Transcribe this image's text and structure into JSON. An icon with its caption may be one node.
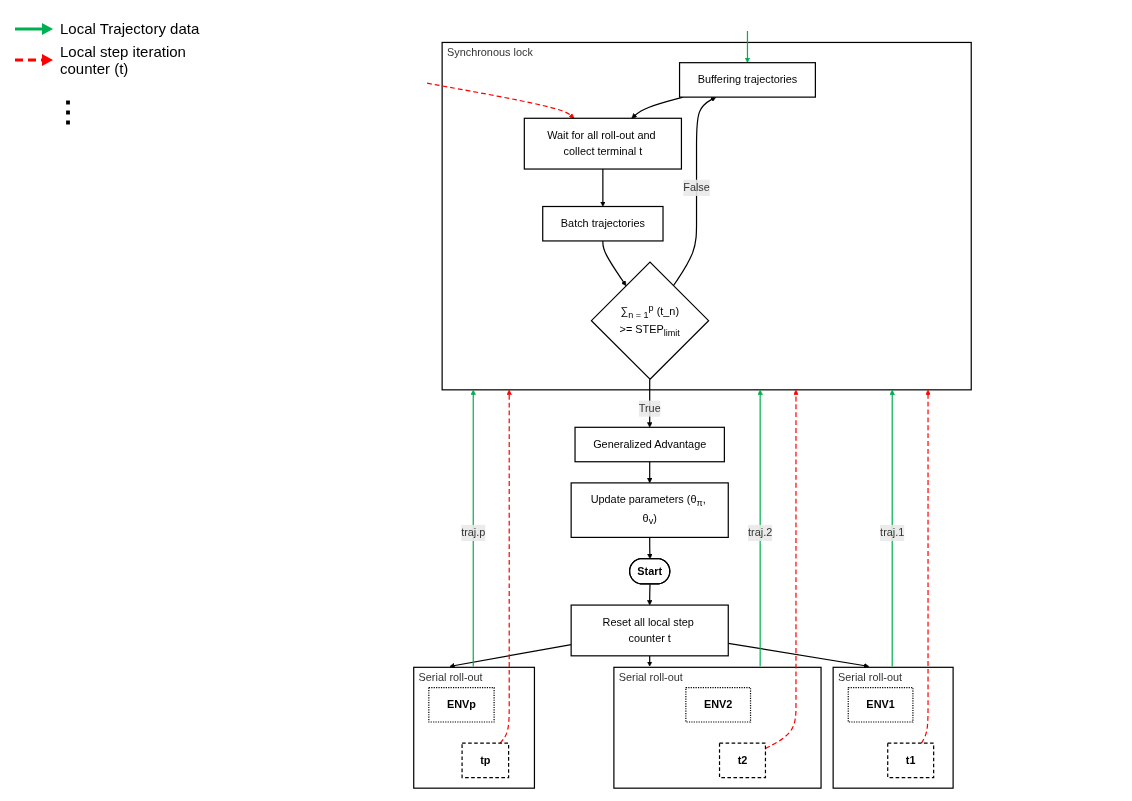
{
  "diagram": {
    "nodes": [
      {
        "text": [
          "Synchronous lock"
        ]
      },
      {
        "text": [
          "Buffering trajectories"
        ],
        "in": 0
      },
      {
        "text": [
          "Wait for all roll-out and collect terminal t"
        ],
        "in": 0
      },
      {
        "text": [
          "Batch trajectories"
        ],
        "in": 0
      },
      {
        "text": [
          "∑$_{n = 1}$$^{p}$ (t_n)",
          ">= STEP$_{limit}$"
        ],
        "in": 0
      },
      {
        "text": [
          "Serial roll-out"
        ]
      },
      {
        "text": [
          "ENV1"
        ],
        "in": 5
      },
      {
        "text": [
          "t1"
        ],
        "in": 5
      },
      {
        "text": [
          "Serial roll-out"
        ]
      },
      {
        "text": [
          "ENV2"
        ],
        "in": 8
      },
      {
        "text": [
          "t2"
        ],
        "in": 8
      },
      {
        "text": [
          "Serial roll-out"
        ]
      },
      {
        "text": [
          "ENVp"
        ],
        "in": 11
      },
      {
        "text": [
          "tp"
        ],
        "in": 11
      },
      {
        "text": [
          "Reset all local step counter t"
        ]
      },
      {
        "text": [
          "Start"
        ]
      },
      {
        "text": [
          "Update parameters (θ$_{π}$, θ$_{v}$)"
        ]
      },
      {
        "text": [
          "Generalized Advantage"
        ]
      }
    ],
    "edges": [
      {
        "from": 14,
        "to": 5,
        "arrow": "to"
      },
      {
        "from": 14,
        "to": 8,
        "arrow": "to"
      },
      {
        "from": 14,
        "to": 11,
        "arrow": "to"
      },
      {
        "from": 5,
        "to": 0,
        "arrow": "to",
        "label": "traj.1",
        "color": "#00b050"
      },
      {
        "from": 7,
        "to": 0,
        "arrow": "to",
        "style": "dashed",
        "color": "#ff0000"
      },
      {
        "from": 8,
        "to": 0,
        "arrow": "to",
        "label": "traj.2",
        "color": "#00b050"
      },
      {
        "from": 10,
        "to": 0,
        "arrow": "to",
        "style": "dashed",
        "color": "#ff0000"
      },
      {
        "from": 11,
        "to": 0,
        "arrow": "to",
        "label": "traj.p",
        "color": "#00b050"
      },
      {
        "from": 13,
        "to": 0,
        "arrow": "to",
        "style": "dashed",
        "color": "#ff0000"
      },
      {
        "from": null,
        "to": 1,
        "arrow": "to",
        "color": "#00b050"
      },
      {
        "from": null,
        "to": 2,
        "arrow": "to",
        "style": "dashed",
        "color": "#ff0000"
      },
      {
        "from": 1,
        "to": 2,
        "arrow": "to"
      },
      {
        "from": 2,
        "to": 3,
        "arrow": "to"
      },
      {
        "from": 3,
        "to": 4,
        "arrow": "to"
      },
      {
        "from": 4,
        "to": 1,
        "arrow": "to",
        "label": "False"
      },
      {
        "from": 4,
        "to": 17,
        "arrow": "to",
        "label": "True"
      },
      {
        "from": 17,
        "to": 16,
        "arrow": "to"
      },
      {
        "from": 16,
        "to": 15,
        "arrow": "to"
      },
      {
        "from": 15,
        "to": 14,
        "arrow": "to"
      }
    ],
    "labels": [
      "⋮"
    ],
    "legend": [
      {
        "text": "Local Trajectory data"
      },
      {
        "text": "Local step iteration counter (t)"
      }
    ]
  }
}
